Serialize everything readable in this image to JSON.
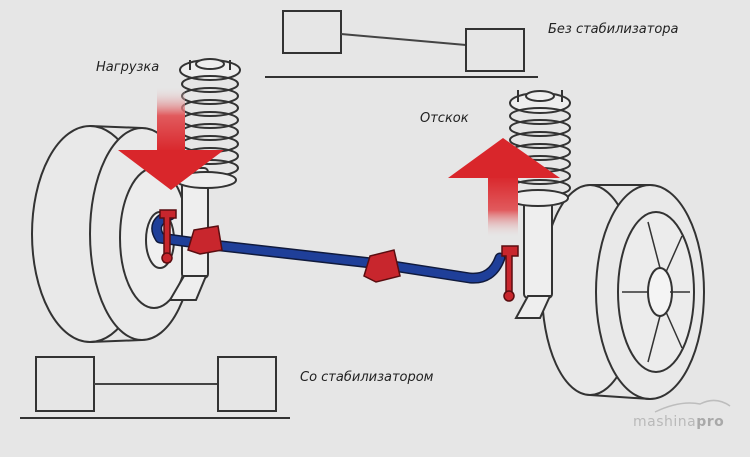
{
  "labels": {
    "load": "Нагрузка",
    "rebound": "Отскок",
    "without_stabilizer": "Без стабилизатора",
    "with_stabilizer": "Со стабилизатором"
  },
  "watermark": {
    "part1": "mashina",
    "part2": "pro"
  },
  "colors": {
    "background": "#e6e6e6",
    "arrow_red": "#d9262b",
    "stabilizer_bar": "#1f3f99",
    "bracket": "#c8262d",
    "outline": "#222222"
  },
  "icons": [
    "load-arrow-icon",
    "rebound-arrow-icon",
    "car-silhouette-icon"
  ]
}
